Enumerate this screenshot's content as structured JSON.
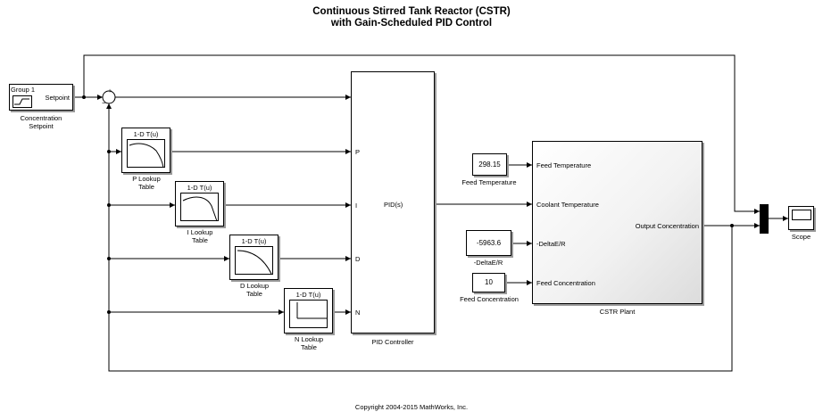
{
  "title": {
    "line1": "Continuous Stirred Tank Reactor (CSTR)",
    "line2": "with Gain-Scheduled PID Control"
  },
  "setpoint_block": {
    "group_label": "Group 1",
    "port_label": "Setpoint",
    "name_line1": "Concentration",
    "name_line2": "Setpoint"
  },
  "lookup_tables": [
    {
      "header": "1-D T(u)",
      "name_line1": "P Lookup",
      "name_line2": "Table"
    },
    {
      "header": "1-D T(u)",
      "name_line1": "I Lookup",
      "name_line2": "Table"
    },
    {
      "header": "1-D T(u)",
      "name_line1": "D Lookup",
      "name_line2": "Table"
    },
    {
      "header": "1-D T(u)",
      "name_line1": "N Lookup",
      "name_line2": "Table"
    }
  ],
  "pid_controller": {
    "inner_label": "PID(s)",
    "name": "PID Controller",
    "ports": [
      "P",
      "I",
      "D",
      "N"
    ]
  },
  "constants": [
    {
      "value": "298.15",
      "name": "Feed Temperature"
    },
    {
      "value": "-5963.6",
      "name": "-DeltaE/R"
    },
    {
      "value": "10",
      "name": "Feed Concentration"
    }
  ],
  "plant": {
    "name": "CSTR Plant",
    "inputs": [
      "Feed Temperature",
      "Coolant Temperature",
      "-DeltaE/R",
      "Feed Concentration"
    ],
    "output": "Output Concentration"
  },
  "scope": {
    "name": "Scope"
  },
  "sum": {
    "sign": "-"
  },
  "copyright": "Copyright 2004-2015 MathWorks, Inc."
}
